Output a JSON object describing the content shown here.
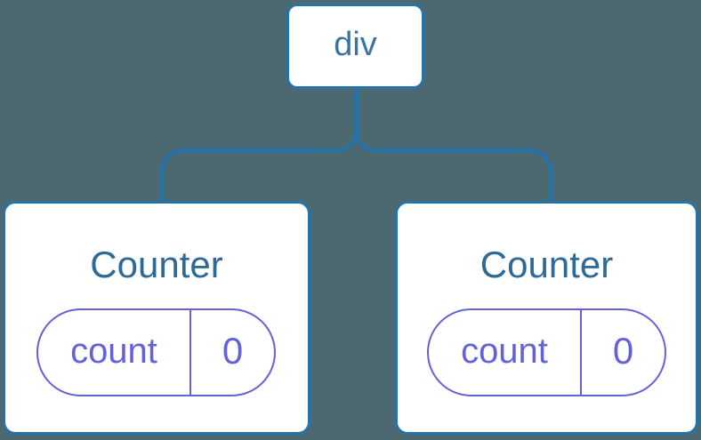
{
  "tree": {
    "root": {
      "label": "div"
    },
    "children": [
      {
        "title": "Counter",
        "state": {
          "key": "count",
          "value": "0"
        }
      },
      {
        "title": "Counter",
        "state": {
          "key": "count",
          "value": "0"
        }
      }
    ]
  },
  "colors": {
    "background": "#4c6971",
    "line": "#2573a9",
    "card_bg": "#ffffff",
    "root_label": "#3a74a4",
    "component_label": "#2f6a96",
    "state_accent": "#6462d9"
  }
}
